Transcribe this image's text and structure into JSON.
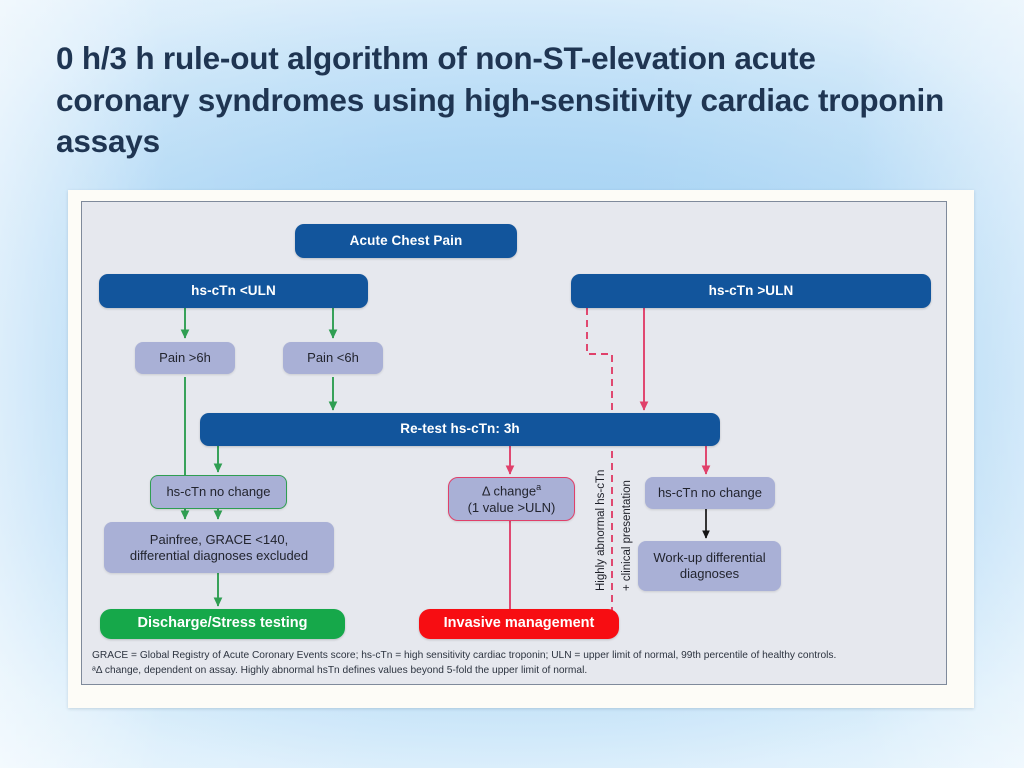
{
  "slide": {
    "title": "0 h/3 h rule-out algorithm of non-ST-elevation acute coronary syndromes using high-sensitivity cardiac troponin assays",
    "background_top_color": "#e7f3fc",
    "background_mid_color": "#b5daf6",
    "title_color": "#1f3552"
  },
  "figure": {
    "panel_bg": "#e6e8ee",
    "mat_bg": "#fdfcf7",
    "border_color": "#7f8a9b",
    "colors": {
      "blue_node": "#12559c",
      "lavender_node": "#a9b0d6",
      "green_terminal": "#16a84a",
      "red_terminal": "#f70d12",
      "green_edge": "#2f9e52",
      "red_edge": "#e0406a",
      "black_edge": "#1a1a1a"
    },
    "nodes": {
      "acute_chest_pain": "Acute Chest Pain",
      "hs_ctn_below_uln": "hs-cTn <ULN",
      "hs_ctn_above_uln": "hs-cTn >ULN",
      "pain_over_6h": "Pain >6h",
      "pain_under_6h": "Pain <6h",
      "retest": "Re-test hs-cTn: 3h",
      "no_change_left": "hs-cTn no change",
      "delta_change_line1": "Δ change",
      "delta_change_sup": "a",
      "delta_change_line2": "(1  value  >ULN)",
      "no_change_right": "hs-cTn no change",
      "painfree_line1": "Painfree, GRACE <140,",
      "painfree_line2": "differential diagnoses excluded",
      "workup_line1": "Work-up differential",
      "workup_line2": "diagnoses",
      "discharge": "Discharge/Stress testing",
      "invasive": "Invasive management"
    },
    "side_labels": {
      "highly_abnormal": "Highly abnormal hs-cTn",
      "clinical_presentation": "+ clinical presentation"
    },
    "footnote_line1": "GRACE = Global Registry of Acute Coronary Events score; hs-cTn = high sensitivity cardiac troponin; ULN = upper limit of normal, 99th percentile of healthy controls.",
    "footnote_line2": "ᵃΔ change, dependent on assay. Highly abnormal hsTn defines values beyond 5-fold the upper limit of normal."
  }
}
